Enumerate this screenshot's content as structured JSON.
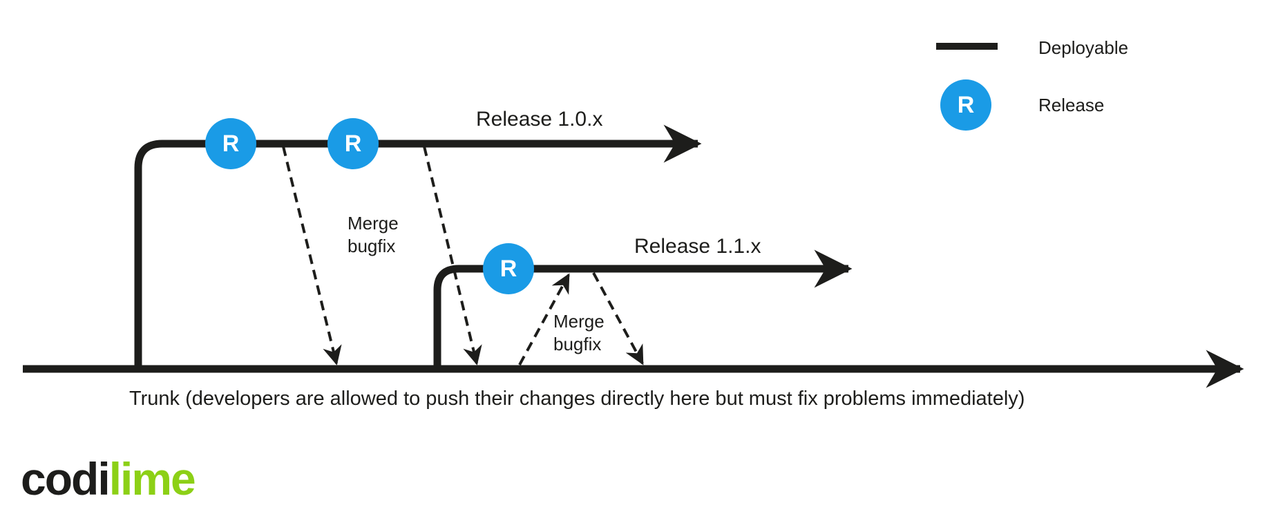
{
  "colors": {
    "line": "#1d1d1b",
    "release_circle": "#1a9be6",
    "logo_dark": "#1d1d1b",
    "logo_green": "#8cd016"
  },
  "legend": {
    "deployable_label": "Deployable",
    "release_label": "Release",
    "release_symbol": "R"
  },
  "branches": {
    "release_10": "Release 1.0.x",
    "release_11": "Release 1.1.x",
    "trunk": "Trunk (developers are allowed to push their changes directly here but must fix problems immediately)"
  },
  "merges": {
    "first": {
      "line1": "Merge",
      "line2": "bugfix"
    },
    "second": {
      "line1": "Merge",
      "line2": "bugfix"
    }
  },
  "release_markers": [
    "R",
    "R",
    "R"
  ],
  "logo": {
    "part1": "codi",
    "part2": "lime"
  }
}
